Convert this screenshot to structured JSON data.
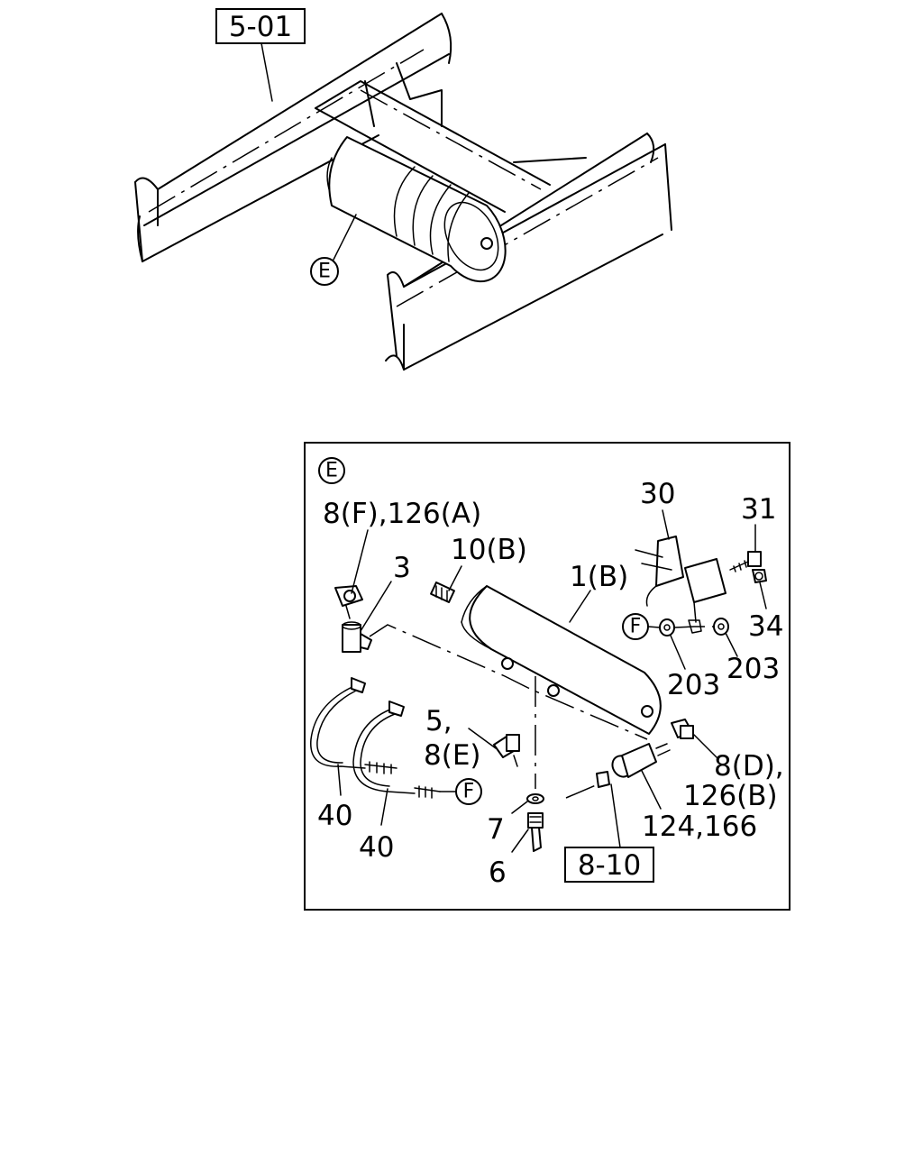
{
  "overview": {
    "ref_box": "5-01",
    "detail_marker": "E"
  },
  "detail": {
    "marker": "E",
    "ref_box": "8-10",
    "marker_f": "F",
    "labels": {
      "l8f": "8(F),126(A)",
      "l3": "3",
      "l10b": "10(B)",
      "l1b": "1(B)",
      "l30": "30",
      "l31": "31",
      "l34": "34",
      "l203a": "203",
      "l203b": "203",
      "l5": "5,",
      "l8e": "8(E)",
      "l8d": "8(D),",
      "l126b": "126(B)",
      "l124": "124,166",
      "l40a": "40",
      "l40b": "40",
      "l7": "7",
      "l6": "6"
    }
  }
}
